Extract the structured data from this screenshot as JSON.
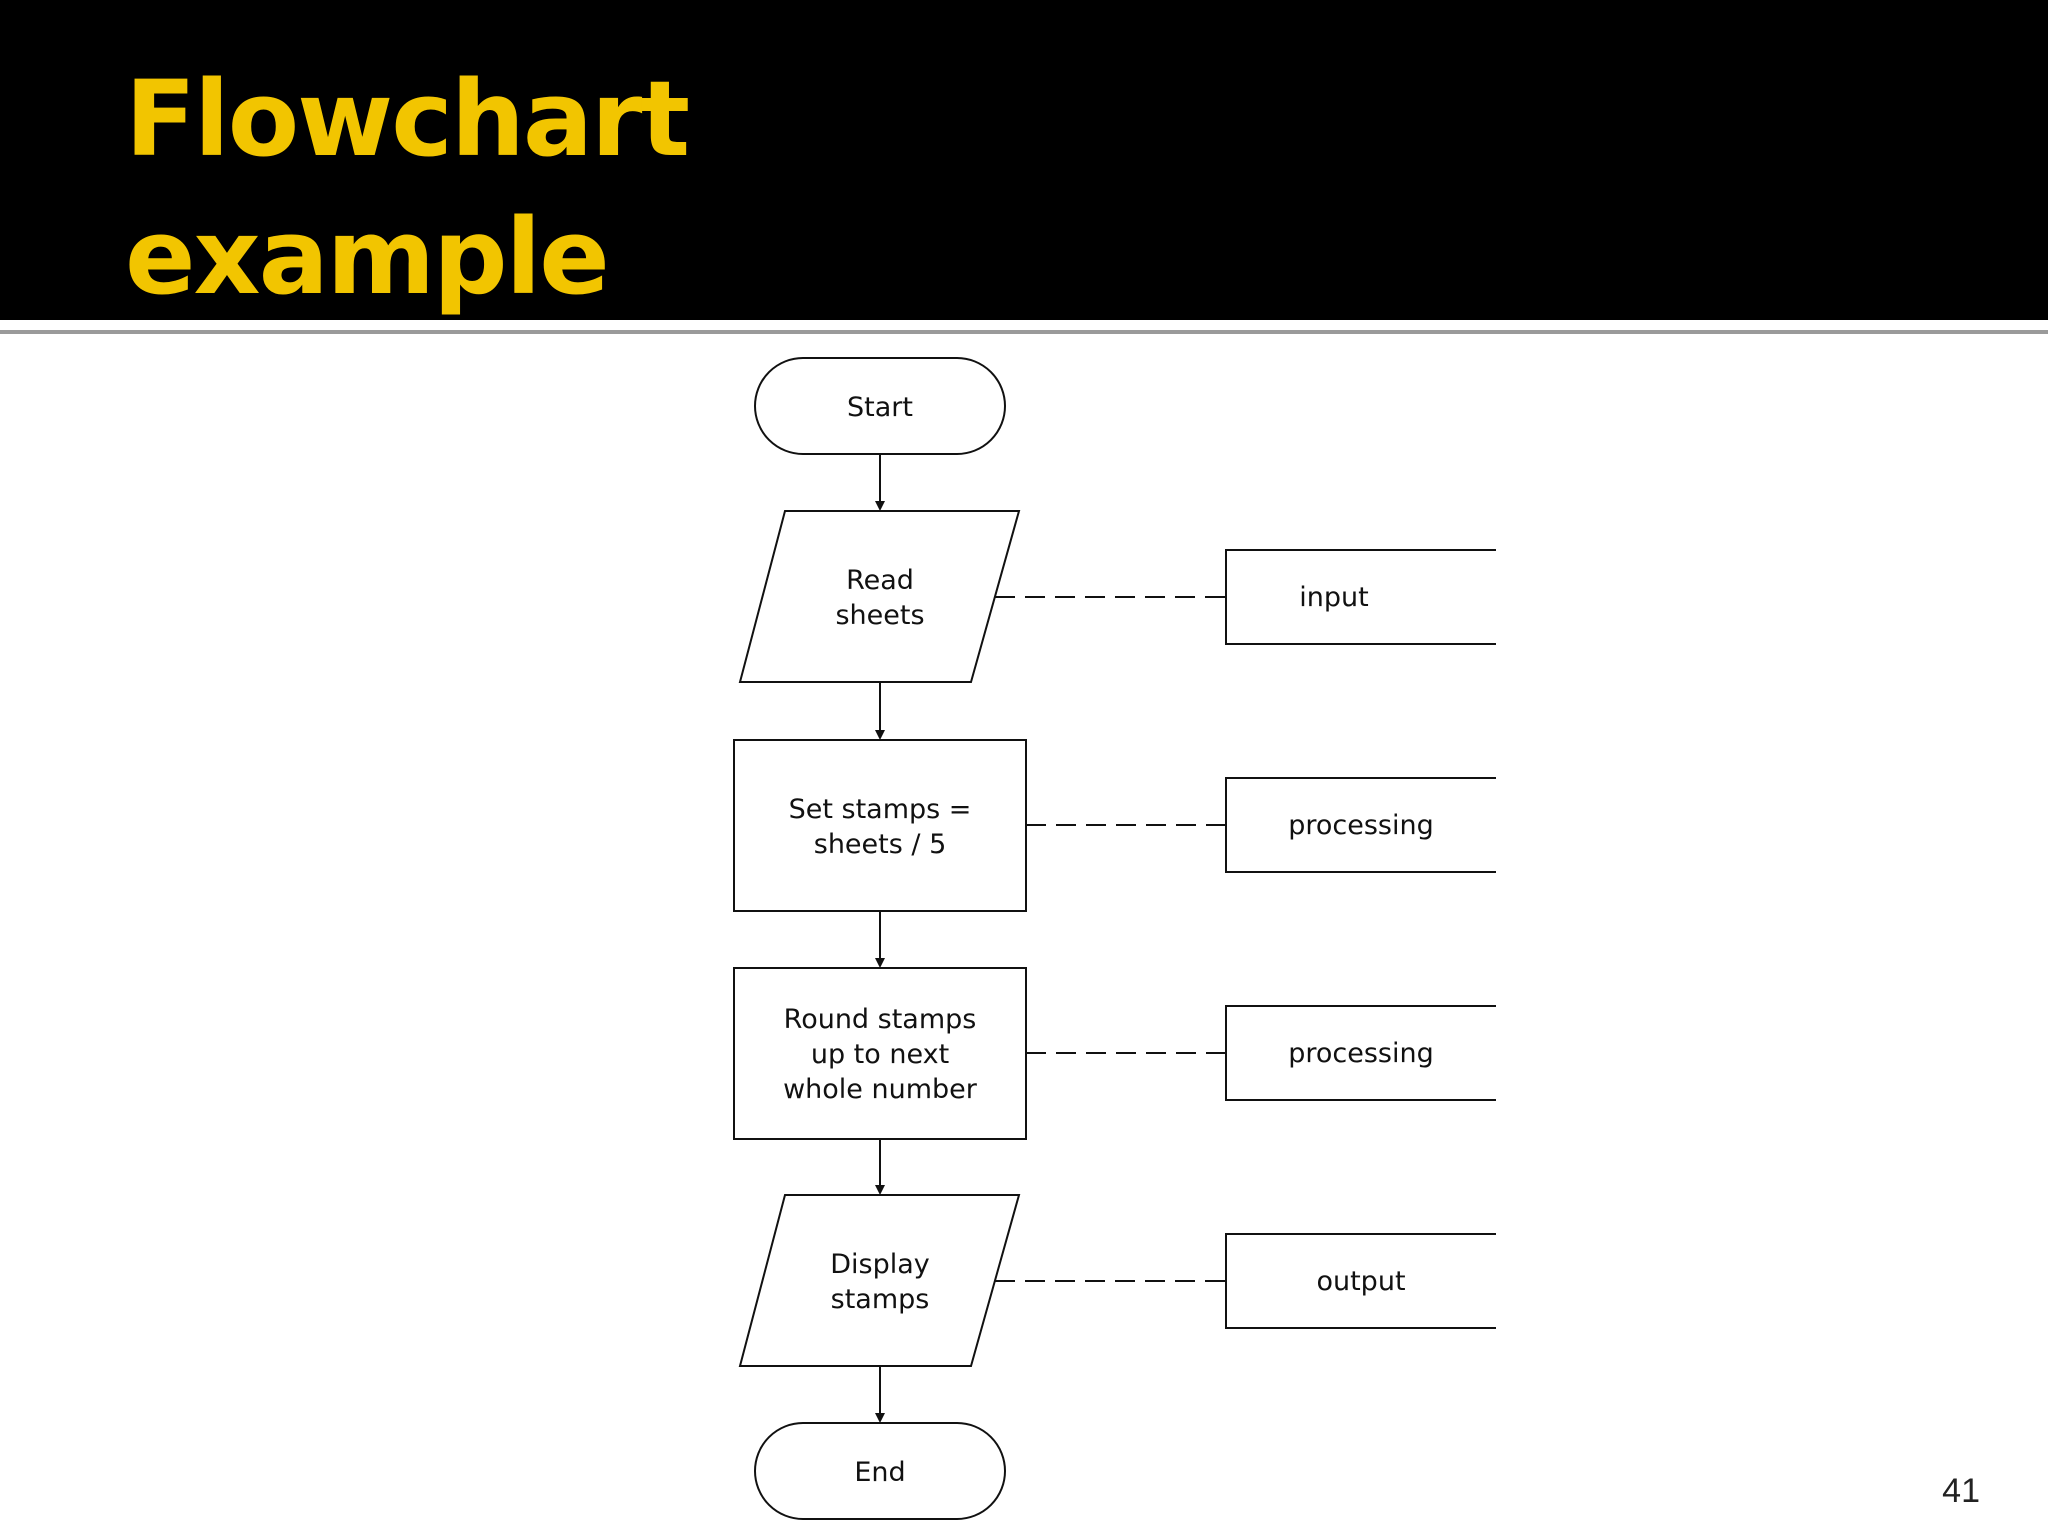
{
  "slide": {
    "title_line1": "Flowchart",
    "title_line2": "example",
    "page_number": "41"
  },
  "colors": {
    "title_background": "#000000",
    "title_text": "#F2C500",
    "diagram_stroke": "#111111"
  },
  "flowchart": {
    "steps": [
      {
        "shape": "terminator",
        "lines": [
          "Start"
        ]
      },
      {
        "shape": "parallelogram",
        "lines": [
          "Read",
          "sheets"
        ]
      },
      {
        "shape": "process",
        "lines": [
          "Set stamps =",
          "sheets / 5"
        ]
      },
      {
        "shape": "process",
        "lines": [
          "Round stamps",
          "up to next",
          "whole number"
        ]
      },
      {
        "shape": "parallelogram",
        "lines": [
          "Display",
          "stamps"
        ]
      },
      {
        "shape": "terminator",
        "lines": [
          "End"
        ]
      }
    ],
    "annotations": [
      {
        "text": "input"
      },
      {
        "text": "processing"
      },
      {
        "text": "processing"
      },
      {
        "text": "output"
      }
    ]
  }
}
